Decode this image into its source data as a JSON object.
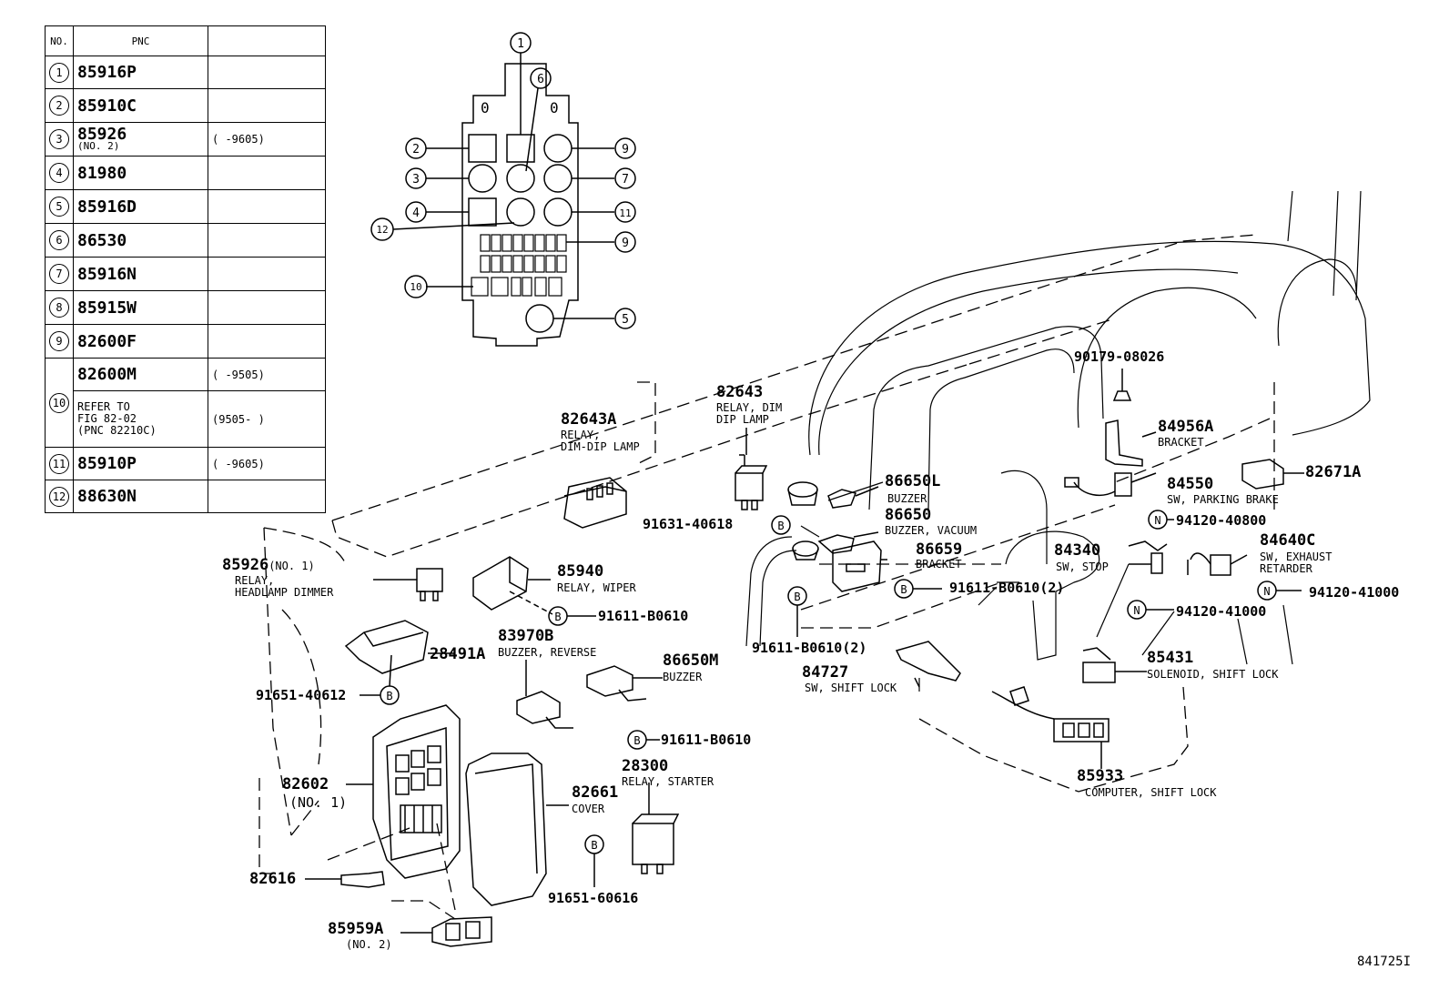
{
  "table": {
    "headers": [
      "NO.",
      "PNC",
      ""
    ],
    "rows": [
      {
        "no": "1",
        "pnc": "85916P",
        "sub": "",
        "remark": ""
      },
      {
        "no": "2",
        "pnc": "85910C",
        "sub": "",
        "remark": ""
      },
      {
        "no": "3",
        "pnc": "85926",
        "sub": "(NO. 2)",
        "remark": "(      -9605)"
      },
      {
        "no": "4",
        "pnc": "81980",
        "sub": "",
        "remark": ""
      },
      {
        "no": "5",
        "pnc": "85916D",
        "sub": "",
        "remark": ""
      },
      {
        "no": "6",
        "pnc": "86530",
        "sub": "",
        "remark": ""
      },
      {
        "no": "7",
        "pnc": "85916N",
        "sub": "",
        "remark": ""
      },
      {
        "no": "8",
        "pnc": "85915W",
        "sub": "",
        "remark": ""
      },
      {
        "no": "9",
        "pnc": "82600F",
        "sub": "",
        "remark": ""
      },
      {
        "no": "10",
        "pnc": "82600M",
        "remark": "(      -9505)",
        "refer_lines": [
          "REFER TO",
          "FIG 82-02",
          "(PNC 82210C)"
        ],
        "refer_remark": "(9505-      )"
      },
      {
        "no": "11",
        "pnc": "85910P",
        "sub": "",
        "remark": "(      -9605)"
      },
      {
        "no": "12",
        "pnc": "88630N",
        "sub": "",
        "remark": ""
      }
    ]
  },
  "relay_block": {
    "zeros": [
      "0",
      "0"
    ],
    "callouts": [
      "1",
      "2",
      "3",
      "4",
      "5",
      "6",
      "7",
      "9",
      "11",
      "12",
      "9",
      "10"
    ]
  },
  "labels": {
    "p82643A": "82643A",
    "p82643A_d": "RELAY,\nDIM-DIP LAMP",
    "p82643": "82643",
    "p82643_d": "RELAY, DIM\nDIP LAMP",
    "p85926": "85926",
    "p85926_sub": "(NO. 1)",
    "p85926_d": "RELAY,\nHEADLAMP DIMMER",
    "p85940": "85940",
    "p85940_d": "RELAY, WIPER",
    "p91611a": "91611-B0610",
    "p28491A": "28491A",
    "p91651a": "91651-40612",
    "p83970B": "83970B",
    "p83970B_d": "BUZZER, REVERSE",
    "p86650M": "86650M",
    "p86650M_d": "BUZZER",
    "p91611b": "91611-B0610",
    "p82602": "82602",
    "p82602_sub": "(NO. 1)",
    "p28300": "28300",
    "p28300_d": "RELAY, STARTER",
    "p82661": "82661",
    "p82661_d": "COVER",
    "p91651b": "91651-60616",
    "p82616": "82616",
    "p85959A": "85959A",
    "p85959A_sub": "(NO. 2)",
    "p91631": "91631-40618",
    "p86650L": "86650L",
    "p86650L_d": "BUZZER",
    "p86650": "86650",
    "p86650_d": "BUZZER, VACUUM",
    "p86659": "86659",
    "p86659_d": "BRACKET",
    "p91611c": "91611-B0610(2)",
    "p91611d": "91611-B0610(2)",
    "p84340": "84340",
    "p84340_d": "SW, STOP",
    "p84727": "84727",
    "p84727_d": "SW, SHIFT LOCK",
    "p90179": "90179-08026",
    "p84956A": "84956A",
    "p84956A_d": "BRACKET",
    "p84550": "84550",
    "p84550_d": "SW, PARKING BRAKE",
    "p82671A": "82671A",
    "p94120a": "94120-40800",
    "p84640C": "84640C",
    "p84640C_d": "SW, EXHAUST\nRETARDER",
    "p94120b": "94120-41000",
    "p94120c": "94120-41000",
    "p85431": "85431",
    "p85431_d": "SOLENOID, SHIFT LOCK",
    "p85933": "85933",
    "p85933_d": "COMPUTER, SHIFT LOCK"
  },
  "fastener_markers": [
    "B",
    "N"
  ],
  "figure_ref": "841725I"
}
